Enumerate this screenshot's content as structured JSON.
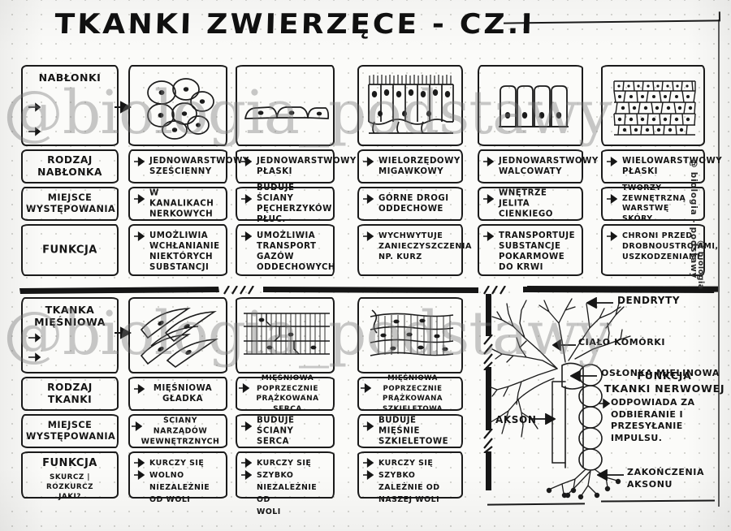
{
  "title": "TKANKI ZWIERZĘCE - CZ.I",
  "watermark": "@biologia_podstawy",
  "side_signature": "@ biologia - podstawy",
  "corner_signature": "@ biologia",
  "table_epithelium": {
    "header_cell": "NABŁONKI",
    "row_labels": [
      "RODZAJ\nNABŁONKA",
      "MIEJSCE\nWYSTĘPOWANIA",
      "FUNKCJA"
    ],
    "columns": [
      {
        "diagram": "cubic-epithelium-diagram",
        "type": "JEDNOWARSTWOWY\nSZEŚCIENNY",
        "location": "W KANALIKACH\nNERKOWYCH",
        "function": "UMOŻLIWIA\nWCHŁANIANIE\nNIEKTÓRYCH\nSUBSTANCJI"
      },
      {
        "diagram": "squamous-epithelium-diagram",
        "type": "JEDNOWARSTWOWY\nPŁASKI",
        "location": "BUDUJE ŚCIANY\nPĘCHERZYKÓW PŁUC.",
        "function": "UMOŻLIWIA\nTRANSPORT\nGAZÓW\nODDECHOWYCH"
      },
      {
        "diagram": "ciliated-epithelium-diagram",
        "type": "WIELORZĘDOWY\nMIGAWKOWY",
        "location": "GÓRNE DROGI\nODDECHOWE",
        "function": "WYCHWYTUJE\nZANIECZYSZCZENIA\nNP. KURZ"
      },
      {
        "diagram": "columnar-epithelium-diagram",
        "type": "JEDNOWARSTWOWY\nWALCOWATY",
        "location": "WNĘTRZE JELITA\nCIENKIEGO",
        "function": "TRANSPORTUJE\nSUBSTANCJE\nPOKARMOWE\nDO KRWI"
      },
      {
        "diagram": "stratified-epithelium-diagram",
        "type": "WIELOWARSTWOWY\nPŁASKI",
        "location": "TWORZY ZEWNĘTRZNĄ\nWARSTWĘ SKÓRY",
        "function": "CHRONI PRZED\nDROBNOUSTROJAMI,\nUSZKODZENIAMI"
      }
    ]
  },
  "table_muscle": {
    "header_cell": "TKANKA\nMIĘŚNIOWA",
    "row_labels": [
      "RODZAJ\nTKANKI",
      "MIEJSCE\nWYSTĘPOWANIA",
      "FUNKCJA"
    ],
    "function_sublabel": "SKURCZ | ROZKURCZ\nJAKI?",
    "columns": [
      {
        "diagram": "smooth-muscle-diagram",
        "type": "MIĘŚNIOWA\nGŁADKA",
        "location": "ŚCIANY NARZĄDÓW\nWEWNĘTRZNYCH",
        "function": "KURCZY SIĘ WOLNO\nNIEZALEŻNIE\nOD WOLI"
      },
      {
        "diagram": "cardiac-muscle-diagram",
        "type": "MIĘŚNIOWA POPRZECZNIE\nPRĄŻKOWANA SERCA",
        "location": "BUDUJE ŚCIANY\nSERCA",
        "function": "KURCZY SIĘ SZYBKO\nNIEZALEŻNIE OD\nWOLI"
      },
      {
        "diagram": "skeletal-muscle-diagram",
        "type": "MIĘŚNIOWA POPRZECZNIE\nPRĄŻKOWANA SZKIELETOWA",
        "location": "BUDUJE MIĘŚNIE\nSZKIELETOWE",
        "function": "KURCZY SIĘ SZYBKO\nZALEŻNIE OD\nNASZEJ WOLI"
      }
    ]
  },
  "nervous": {
    "diagram": "neuron-diagram",
    "labels": {
      "dendrites": "DENDRYTY",
      "soma": "CIAŁO KOMÓRKI",
      "myelin": "OSŁONKA MIELINOWA",
      "axon": "AKSON",
      "terminals": "ZAKOŃCZENIA\nAKSONU"
    },
    "function_box": {
      "heading": "FUNKCJA\nTKANKI NERWOWEJ",
      "body": "ODPOWIADA ZA\nODBIERANIE I\nPRZESYŁANIE IMPULSU."
    }
  }
}
